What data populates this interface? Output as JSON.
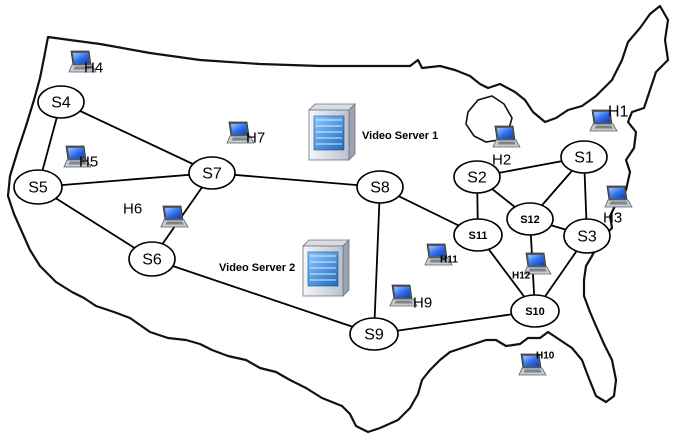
{
  "switches": [
    {
      "id": "S1",
      "label": "S1"
    },
    {
      "id": "S2",
      "label": "S2"
    },
    {
      "id": "S3",
      "label": "S3"
    },
    {
      "id": "S4",
      "label": "S4"
    },
    {
      "id": "S5",
      "label": "S5"
    },
    {
      "id": "S6",
      "label": "S6"
    },
    {
      "id": "S7",
      "label": "S7"
    },
    {
      "id": "S8",
      "label": "S8"
    },
    {
      "id": "S9",
      "label": "S9"
    },
    {
      "id": "S10",
      "label": "S10"
    },
    {
      "id": "S11",
      "label": "S11"
    },
    {
      "id": "S12",
      "label": "S12"
    }
  ],
  "hosts": [
    {
      "id": "H1",
      "label": "H1"
    },
    {
      "id": "H2",
      "label": "H2"
    },
    {
      "id": "H3",
      "label": "H3"
    },
    {
      "id": "H4",
      "label": "H4"
    },
    {
      "id": "H5",
      "label": "H5"
    },
    {
      "id": "H6",
      "label": "H6"
    },
    {
      "id": "H7",
      "label": "H7"
    },
    {
      "id": "H9",
      "label": "H9"
    },
    {
      "id": "H10",
      "label": "H10"
    },
    {
      "id": "H11",
      "label": "H11"
    },
    {
      "id": "H12",
      "label": "H12"
    }
  ],
  "servers": [
    {
      "id": "VS1",
      "label": "Video Server 1"
    },
    {
      "id": "VS2",
      "label": "Video Server 2"
    }
  ],
  "links": [
    [
      "S4",
      "S5"
    ],
    [
      "S4",
      "S7"
    ],
    [
      "S5",
      "S7"
    ],
    [
      "S5",
      "S6"
    ],
    [
      "S6",
      "S7"
    ],
    [
      "S6",
      "S9"
    ],
    [
      "S7",
      "S8"
    ],
    [
      "S8",
      "S9"
    ],
    [
      "S8",
      "S11"
    ],
    [
      "S9",
      "S10"
    ],
    [
      "S11",
      "S2"
    ],
    [
      "S11",
      "S10"
    ],
    [
      "S2",
      "S1"
    ],
    [
      "S2",
      "S12"
    ],
    [
      "S1",
      "S12"
    ],
    [
      "S1",
      "S3"
    ],
    [
      "S12",
      "S3"
    ],
    [
      "S12",
      "S10"
    ],
    [
      "S3",
      "S10"
    ]
  ],
  "colors": {
    "node_fill": "#ffffff",
    "outline": "#000000",
    "screen": "#2f6ff0",
    "server_body": "#e4e8ee",
    "server_panel": "#3d95df"
  },
  "icons": {
    "host": "laptop-icon",
    "server": "server-tower-icon"
  }
}
